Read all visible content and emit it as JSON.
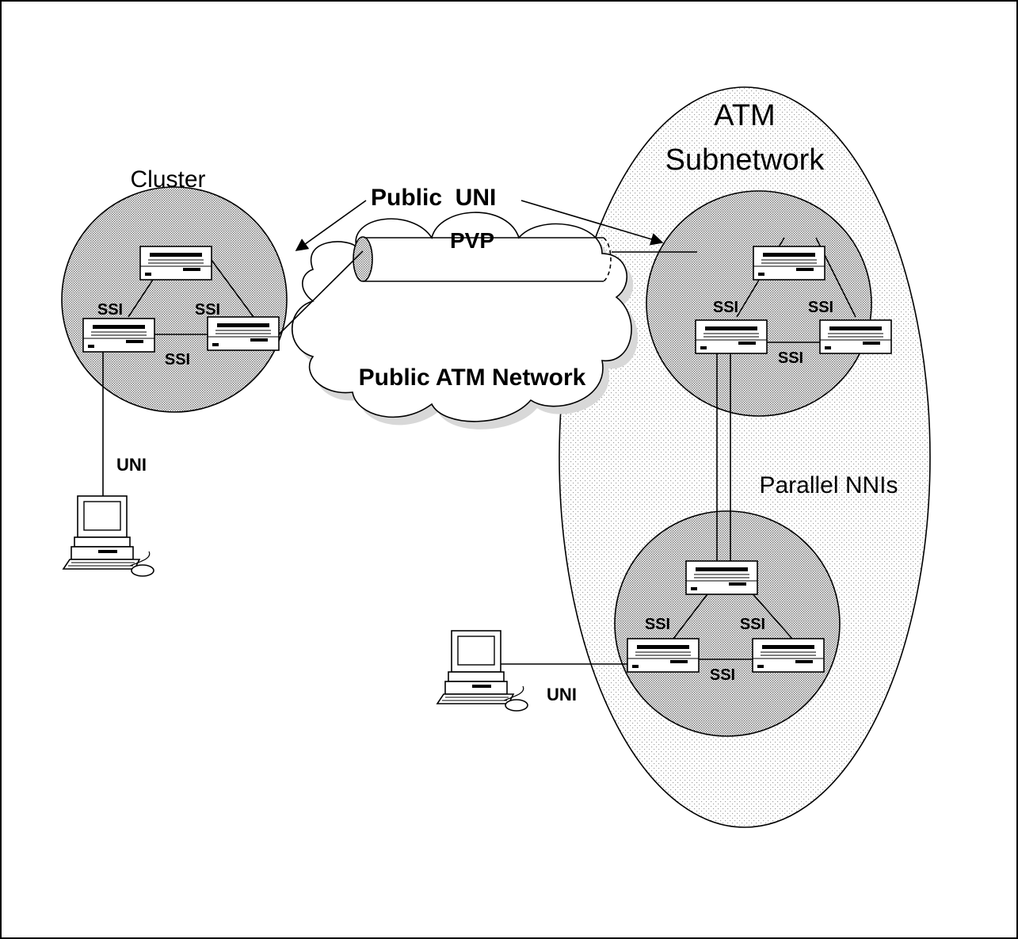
{
  "diagram": {
    "labels": {
      "atm_subnetwork_line1": "ATM",
      "atm_subnetwork_line2": "Subnetwork",
      "cluster": "Cluster",
      "public_uni": "Public  UNI",
      "pvp": "PVP",
      "public_atm_network": "Public ATM Network",
      "parallel_nnis": "Parallel NNIs",
      "ssi": "SSI",
      "uni": "UNI"
    },
    "colors": {
      "line": "#000000",
      "fill": "#ffffff",
      "dot_pattern": "#999999"
    }
  }
}
